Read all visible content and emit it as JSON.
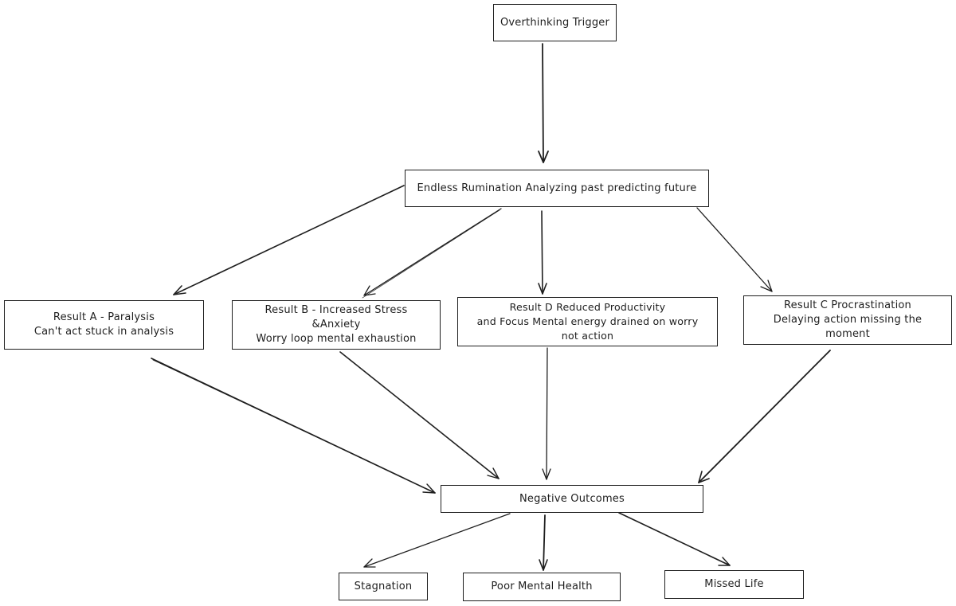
{
  "diagram": {
    "nodes": {
      "trigger": {
        "lines": [
          "Overthinking Trigger"
        ]
      },
      "rumination": {
        "lines": [
          "Endless Rumination Analyzing past predicting future"
        ]
      },
      "result_a": {
        "lines": [
          "Result A - Paralysis",
          "Can't act stuck in analysis"
        ]
      },
      "result_b": {
        "lines": [
          "Result B - Increased Stress",
          "&Anxiety",
          "Worry loop mental exhaustion"
        ]
      },
      "result_d": {
        "lines": [
          "Result D Reduced Productivity",
          "and Focus Mental energy drained on worry",
          "not action"
        ]
      },
      "result_c": {
        "lines": [
          "Result C Procrastination",
          "Delaying action missing the",
          "moment"
        ]
      },
      "negative": {
        "lines": [
          "Negative Outcomes"
        ]
      },
      "stagnation": {
        "lines": [
          "Stagnation"
        ]
      },
      "poor_health": {
        "lines": [
          "Poor Mental Health"
        ]
      },
      "missed_life": {
        "lines": [
          "Missed Life"
        ]
      }
    },
    "edges": [
      {
        "from": "trigger",
        "to": "rumination"
      },
      {
        "from": "rumination",
        "to": "result_a"
      },
      {
        "from": "rumination",
        "to": "result_b"
      },
      {
        "from": "rumination",
        "to": "result_d"
      },
      {
        "from": "rumination",
        "to": "result_c"
      },
      {
        "from": "result_a",
        "to": "negative"
      },
      {
        "from": "result_b",
        "to": "negative"
      },
      {
        "from": "result_d",
        "to": "negative"
      },
      {
        "from": "result_c",
        "to": "negative"
      },
      {
        "from": "negative",
        "to": "stagnation"
      },
      {
        "from": "negative",
        "to": "poor_health"
      },
      {
        "from": "negative",
        "to": "missed_life"
      }
    ]
  }
}
